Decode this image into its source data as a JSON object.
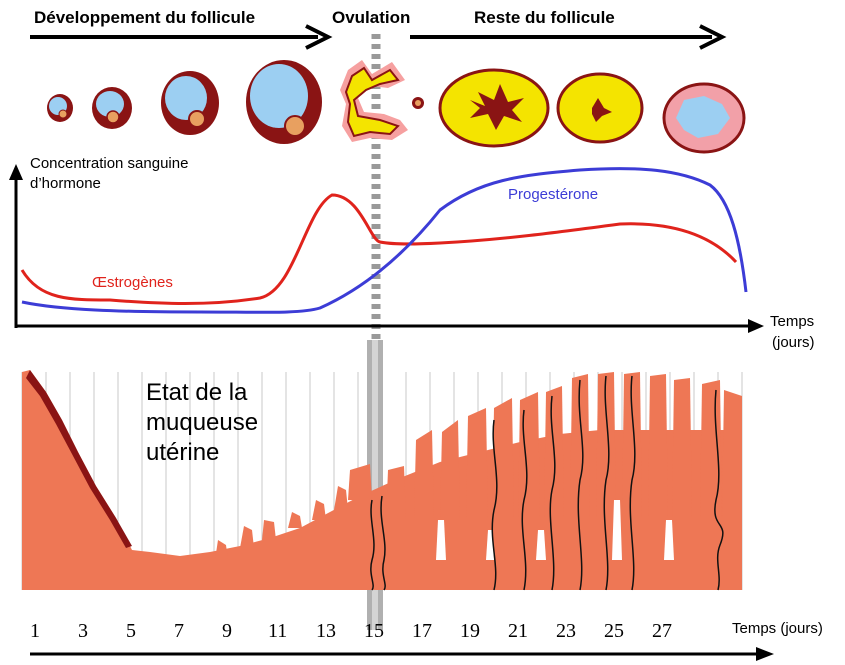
{
  "phases": {
    "development": "Développement du follicule",
    "ovulation": "Ovulation",
    "remainder": "Reste du follicule"
  },
  "hormone_chart": {
    "ylabel_line1": "Concentration sanguine",
    "ylabel_line2": "d’hormone",
    "xlabel_line1": "Temps",
    "xlabel_line2": "(jours)",
    "series": [
      {
        "name": "Œstrogènes",
        "color": "#e0231c"
      },
      {
        "name": "Progestérone",
        "color": "#3c3cd6"
      }
    ]
  },
  "uterus": {
    "title_line1": "Etat de la",
    "title_line2": "muqueuse",
    "title_line3": "utérine",
    "color": "#ee7755"
  },
  "timeline": {
    "days": [
      "1",
      "3",
      "5",
      "7",
      "9",
      "11",
      "13",
      "15",
      "17",
      "19",
      "21",
      "23",
      "25",
      "27"
    ],
    "unit_label": "Temps (jours)"
  }
}
